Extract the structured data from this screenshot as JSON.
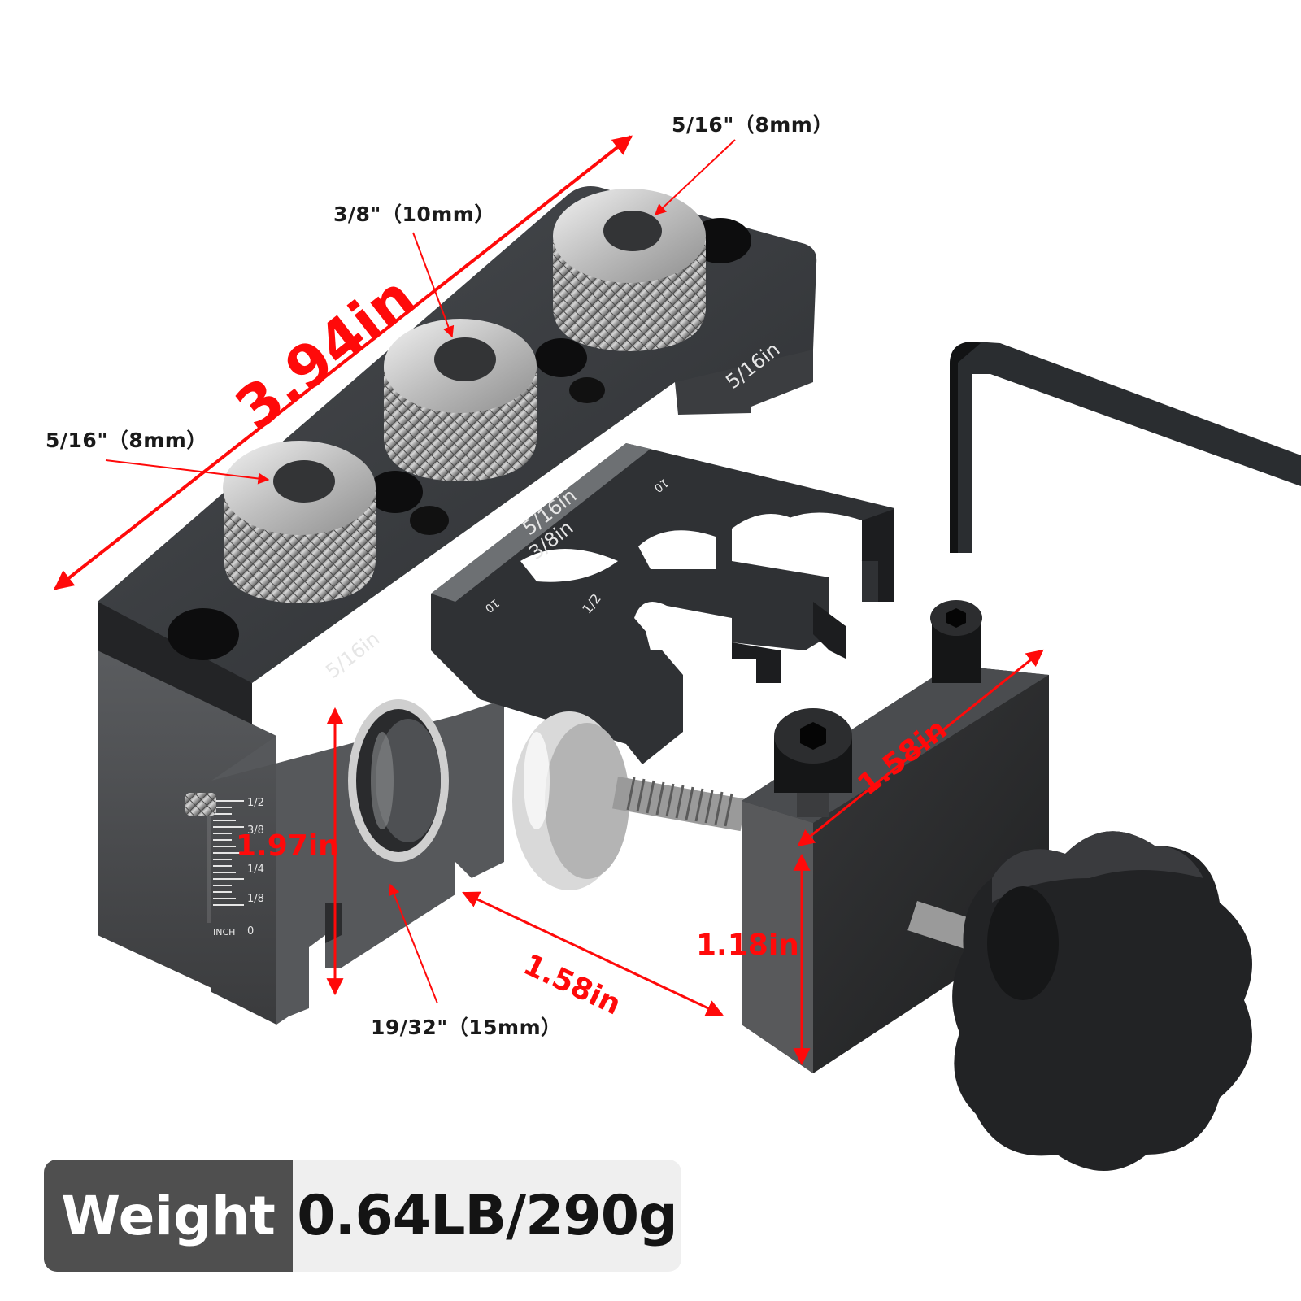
{
  "product": {
    "description": "Dowel jig with clamp, dimension diagram"
  },
  "callouts": {
    "bushing_right": "5/16\"（8mm）",
    "bushing_middle": "3/8\"（10mm）",
    "bushing_left": "5/16\"（8mm）",
    "side_hole": "19/32\"（15mm）"
  },
  "dimensions": {
    "length": "3.94in",
    "height": "1.97in",
    "clamp_gap": "1.58in",
    "clamp_width": "1.58in",
    "clamp_height": "1.18in"
  },
  "body_stamps": {
    "right_end": "5/16in",
    "left_end": "5/16in",
    "center_top": "5/16in",
    "center_bottom": "3/8in",
    "scale_number_left": "10",
    "scale_number_right": "10",
    "thickness_mark": "1/2"
  },
  "side_ruler": {
    "labels": [
      "1/2",
      "3/8",
      "1/4",
      "1/8",
      "0"
    ],
    "unit": "INCH"
  },
  "weight": {
    "label": "Weight",
    "value": "0.64LB/290g"
  },
  "colors": {
    "dimension_red": "#ff0a0a",
    "body_dark": "#3c3e41",
    "badge_dark": "#4f4f4f",
    "badge_light": "#efefef"
  }
}
